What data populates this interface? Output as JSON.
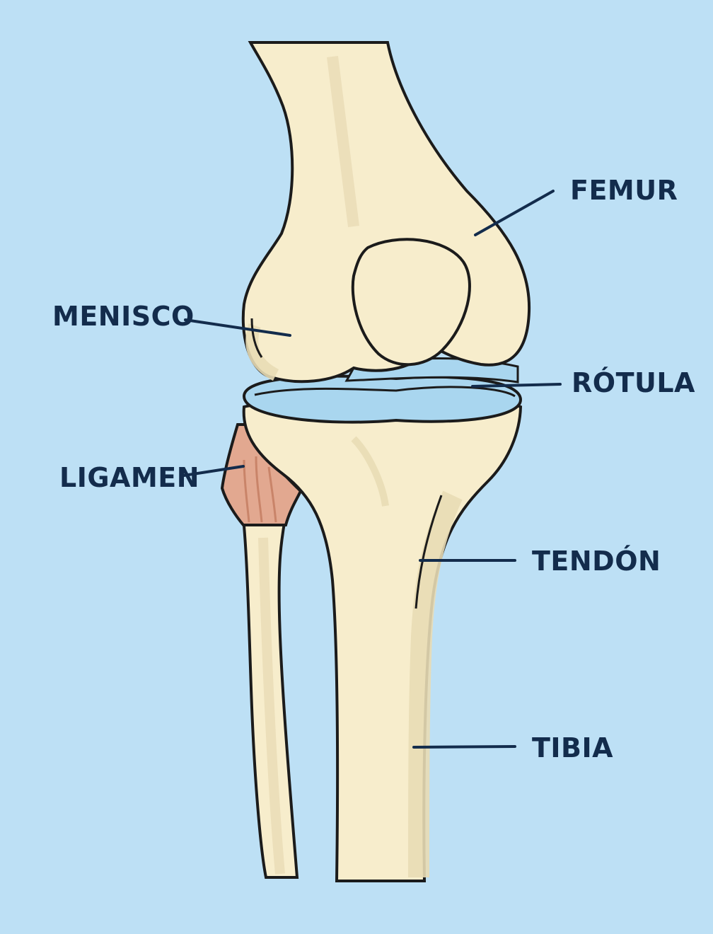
{
  "diagram": {
    "type": "anatomy-illustration",
    "subject": "knee joint",
    "background_color": "#bde0f5",
    "bone_color": "#f7edcc",
    "bone_shadow_color": "#e8dbb5",
    "cartilage_color": "#a9d6ef",
    "ligament_color": "#e2a890",
    "outline_color": "#1b1b1b",
    "label_color": "#132c4c"
  },
  "labels": {
    "femur": "FEMUR",
    "menisco": "MENISCO",
    "rotula": "RÓTULA",
    "ligamen": "LIGAMEN",
    "tendon": "TENDÓN",
    "tibia": "TIBIA"
  }
}
